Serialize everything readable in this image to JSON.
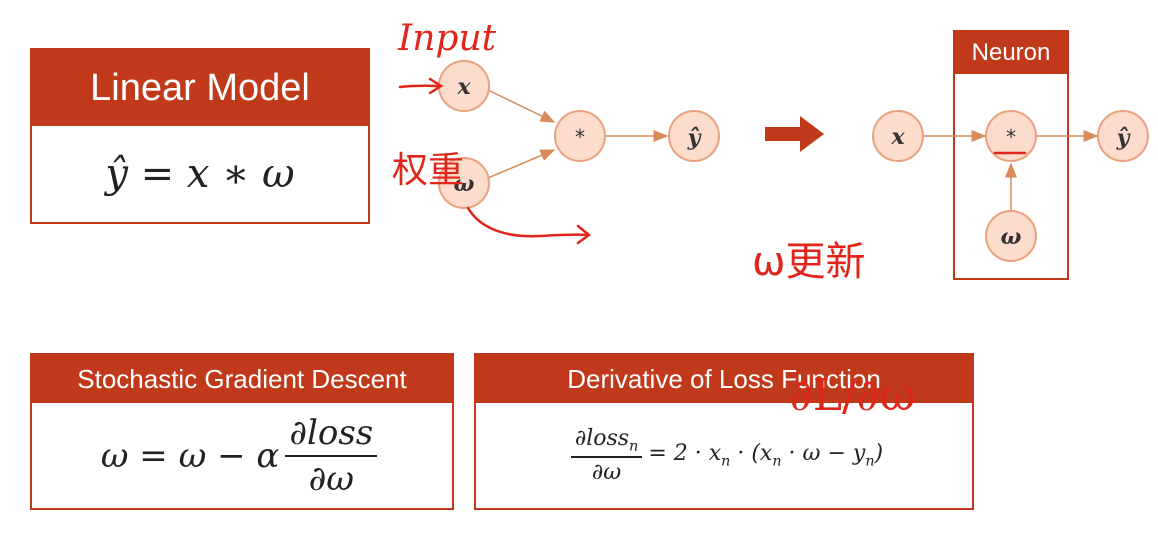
{
  "linear_model": {
    "title": "Linear Model",
    "formula_lhs": "ŷ",
    "formula_rhs": "= x ∗ ω"
  },
  "sgd": {
    "title": "Stochastic Gradient Descent",
    "formula_lhs": "ω = ω − α",
    "frac_num": "∂loss",
    "frac_den": "∂ω"
  },
  "derivative": {
    "title": "Derivative of Loss Function",
    "frac_num_base": "∂loss",
    "frac_num_sub": "n",
    "frac_den": "∂ω",
    "rhs": "= 2 · x",
    "rhs_sub1": "n",
    "rhs_mid": " · (x",
    "rhs_sub2": "n",
    "rhs_mid2": " · ω − y",
    "rhs_sub3": "n",
    "rhs_end": ")"
  },
  "graph_left": {
    "node_x": "x",
    "node_w": "ω",
    "node_mul": "*",
    "node_y": "ŷ"
  },
  "neuron": {
    "title": "Neuron",
    "node_x": "x",
    "node_mul": "*",
    "node_w": "ω",
    "node_y": "ŷ"
  },
  "colors": {
    "accent": "#c0391b",
    "node_fill": "#fbdccd",
    "node_stroke": "#e8a27e",
    "edge": "#d88a5a",
    "ink": "#e0261b"
  },
  "handwriting": {
    "input": "Input",
    "weight": "权重",
    "w_update": "ω更新",
    "partial": "∂L/∂ω"
  }
}
